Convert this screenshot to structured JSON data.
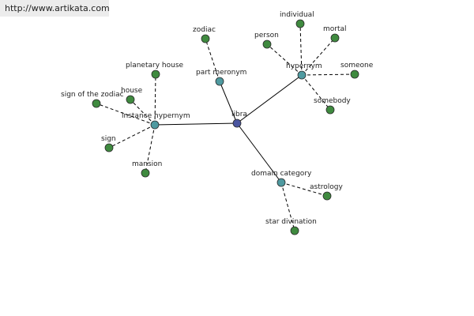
{
  "header": {
    "url": "http://www.artikata.com"
  },
  "colors": {
    "center": "#4a55a0",
    "hub": "#4f9aa0",
    "leaf": "#3f8a3f"
  },
  "graph": {
    "center": {
      "id": "libra",
      "label": "libra"
    },
    "hubs": [
      {
        "id": "instance-hypernym",
        "label": "instance hypernym"
      },
      {
        "id": "part-meronym",
        "label": "part meronym"
      },
      {
        "id": "hypernym",
        "label": "hypernym"
      },
      {
        "id": "domain-category",
        "label": "domain category"
      }
    ],
    "leaves": [
      {
        "id": "planetary-house",
        "label": "planetary house",
        "hub": "instance-hypernym"
      },
      {
        "id": "house",
        "label": "house",
        "hub": "instance-hypernym"
      },
      {
        "id": "sign-of-the-zodiac",
        "label": "sign of the zodiac",
        "hub": "instance-hypernym"
      },
      {
        "id": "sign",
        "label": "sign",
        "hub": "instance-hypernym"
      },
      {
        "id": "mansion",
        "label": "mansion",
        "hub": "instance-hypernym"
      },
      {
        "id": "zodiac",
        "label": "zodiac",
        "hub": "part-meronym"
      },
      {
        "id": "individual",
        "label": "individual",
        "hub": "hypernym"
      },
      {
        "id": "person",
        "label": "person",
        "hub": "hypernym"
      },
      {
        "id": "mortal",
        "label": "mortal",
        "hub": "hypernym"
      },
      {
        "id": "someone",
        "label": "someone",
        "hub": "hypernym"
      },
      {
        "id": "somebody",
        "label": "somebody",
        "hub": "hypernym"
      },
      {
        "id": "astrology",
        "label": "astrology",
        "hub": "domain-category"
      },
      {
        "id": "star-divination",
        "label": "star divination",
        "hub": "domain-category"
      }
    ]
  }
}
